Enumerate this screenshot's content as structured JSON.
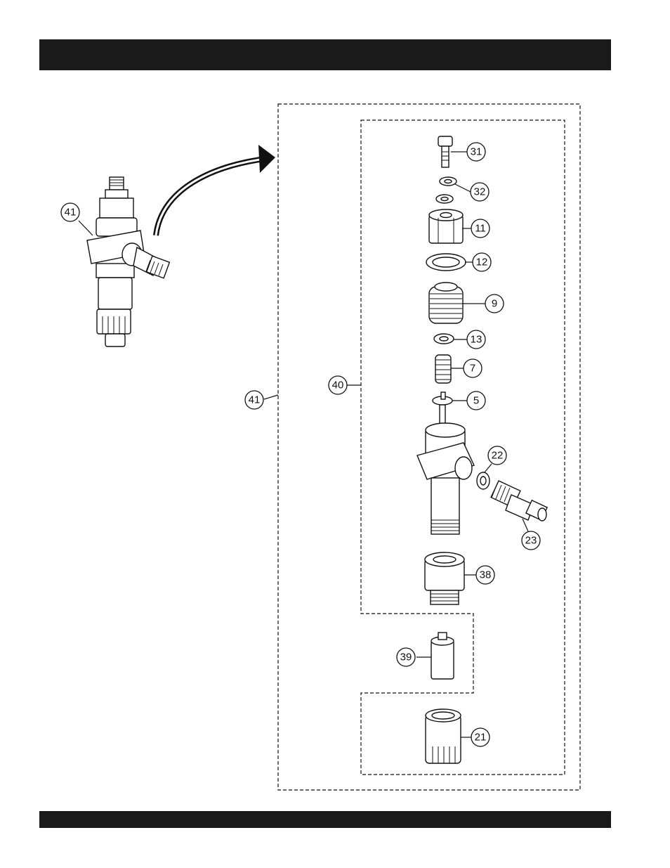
{
  "header_bar": {
    "color": "#1a1a1a"
  },
  "footer_bar": {
    "color": "#1a1a1a"
  },
  "diagram": {
    "callouts": [
      {
        "id": "c41a",
        "label": "41"
      },
      {
        "id": "c41b",
        "label": "41"
      },
      {
        "id": "c40",
        "label": "40"
      },
      {
        "id": "c31",
        "label": "31"
      },
      {
        "id": "c32",
        "label": "32"
      },
      {
        "id": "c11",
        "label": "11"
      },
      {
        "id": "c12",
        "label": "12"
      },
      {
        "id": "c9",
        "label": "9"
      },
      {
        "id": "c13",
        "label": "13"
      },
      {
        "id": "c7",
        "label": "7"
      },
      {
        "id": "c5",
        "label": "5"
      },
      {
        "id": "c22",
        "label": "22"
      },
      {
        "id": "c23",
        "label": "23"
      },
      {
        "id": "c38",
        "label": "38"
      },
      {
        "id": "c39",
        "label": "39"
      },
      {
        "id": "c21",
        "label": "21"
      }
    ]
  }
}
